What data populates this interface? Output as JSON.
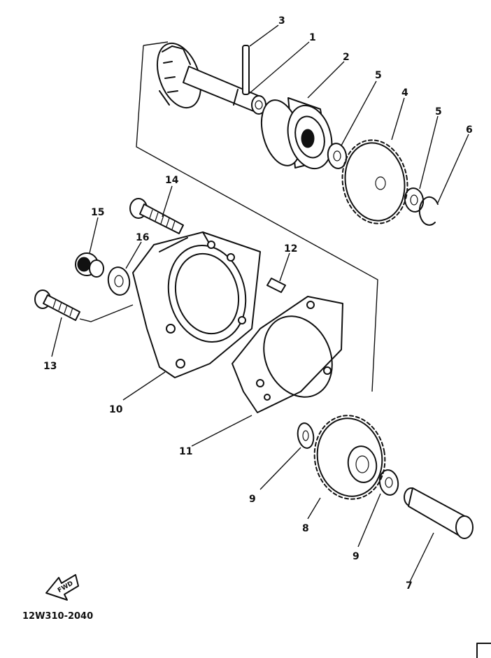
{
  "callouts": {
    "c1": "1",
    "c2": "2",
    "c3": "3",
    "c4": "4",
    "c5a": "5",
    "c5b": "5",
    "c6": "6",
    "c7": "7",
    "c8": "8",
    "c9a": "9",
    "c9b": "9",
    "c10": "10",
    "c11": "11",
    "c12": "12",
    "c13": "13",
    "c14": "14",
    "c15": "15",
    "c16": "16"
  },
  "fwd_label": "FWD",
  "diagram_code": "12W310-2040",
  "icons": [
    "fwd-arrow-icon"
  ]
}
